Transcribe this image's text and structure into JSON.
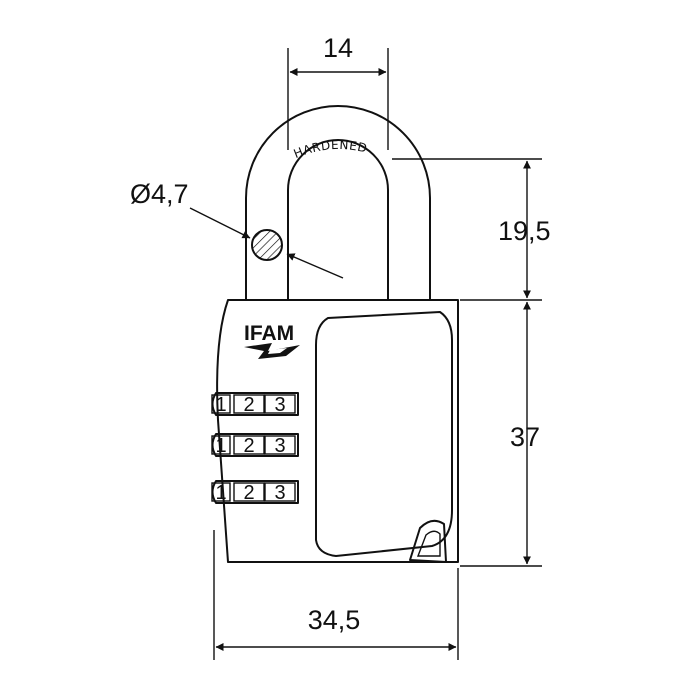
{
  "dimensions": {
    "shackle_gap": "14",
    "shackle_diameter": "Ø4,7",
    "shackle_clearance": "19,5",
    "body_height": "37",
    "body_width": "34,5"
  },
  "lock": {
    "brand": "IFAM",
    "shackle_marking": "HARDENED",
    "dials": [
      {
        "digits": [
          "1",
          "2",
          "3"
        ]
      },
      {
        "digits": [
          "1",
          "2",
          "3"
        ]
      },
      {
        "digits": [
          "1",
          "2",
          "3"
        ]
      }
    ]
  },
  "icons": {
    "brand_mark": "ifam-logo-icon",
    "keyhole": "key-cover-icon"
  },
  "colors": {
    "line": "#111111",
    "background": "#ffffff"
  }
}
